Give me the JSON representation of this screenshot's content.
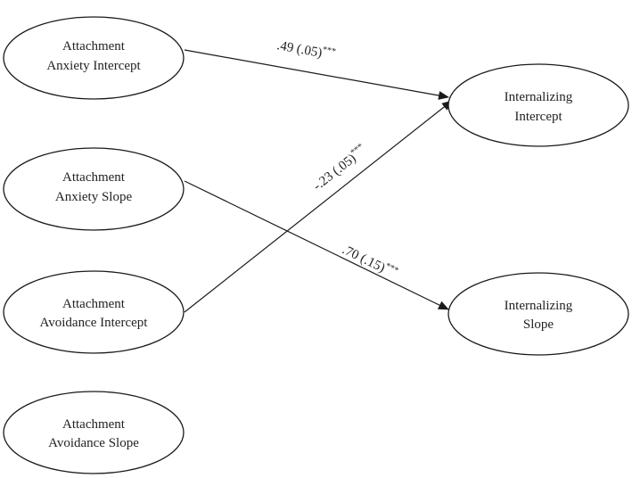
{
  "nodes": {
    "anx_int": {
      "line1": "Attachment",
      "line2": "Anxiety Intercept"
    },
    "anx_slope": {
      "line1": "Attachment",
      "line2": "Anxiety Slope"
    },
    "avo_int": {
      "line1": "Attachment",
      "line2": "Avoidance Intercept"
    },
    "avo_slope": {
      "line1": "Attachment",
      "line2": "Avoidance Slope"
    },
    "int_int": {
      "line1": "Internalizing",
      "line2": "Intercept"
    },
    "int_slope": {
      "line1": "Internalizing",
      "line2": "Slope"
    }
  },
  "edges": {
    "anx_int_to_int_int": {
      "estimate": ".49 (.05)",
      "sig": "***"
    },
    "avo_int_to_int_int": {
      "estimate": "-.23 (.05)",
      "sig": "***"
    },
    "anx_slope_to_int_slope": {
      "estimate": ".70 (.15)",
      "sig": "***"
    }
  },
  "colors": {
    "stroke": "#1a1a1a",
    "text": "#222222",
    "background": "#ffffff"
  }
}
